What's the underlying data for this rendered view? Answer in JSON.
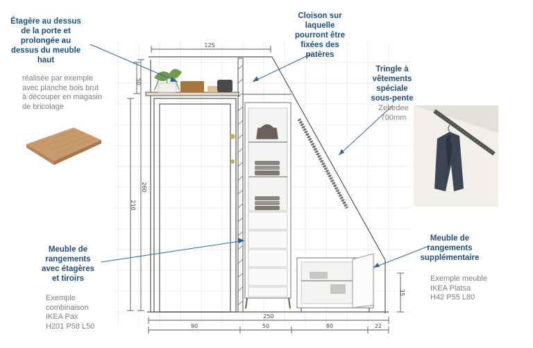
{
  "labels": {
    "shelf_title": "Étagère au dessus\nde la porte et\nprolongée au\ndessus du meuble\nhaut",
    "shelf_note": "réalisée par exemple\navec planche bois brut\nà découper en magasin\nde bricolage",
    "partition_title": "Cloison sur\nlaquelle\npourront être\nfixées des\npatères",
    "rail_title": "Tringle à\nvêtements\nspéciale\nsous-pente",
    "rail_note": "Zebedee\n700mm",
    "storage_title": "Meuble de\nrangements\navec étagères\net tiroirs",
    "storage_note": "Exemple\ncombinaison\nIKEA Pax\nH201 P58 L50",
    "extra_title": "Meuble de\nrangements\nsupplémentaire",
    "extra_note": "Exemple meuble\nIKEA Platsa\nH42 P55 L80"
  },
  "dimensions": {
    "top_width": "125",
    "shelf_height": "50",
    "total_height": "260",
    "door_height": "210",
    "total_width": "250",
    "bottom_seg_1": "90",
    "bottom_seg_2": "50",
    "bottom_seg_3": "80",
    "bottom_seg_4": "22",
    "cabinet_height": "35"
  },
  "colors": {
    "label_blue": "#1f4e79",
    "note_grey": "#7a7f86",
    "pencil": "#555555",
    "wood": "#c99a6b"
  }
}
